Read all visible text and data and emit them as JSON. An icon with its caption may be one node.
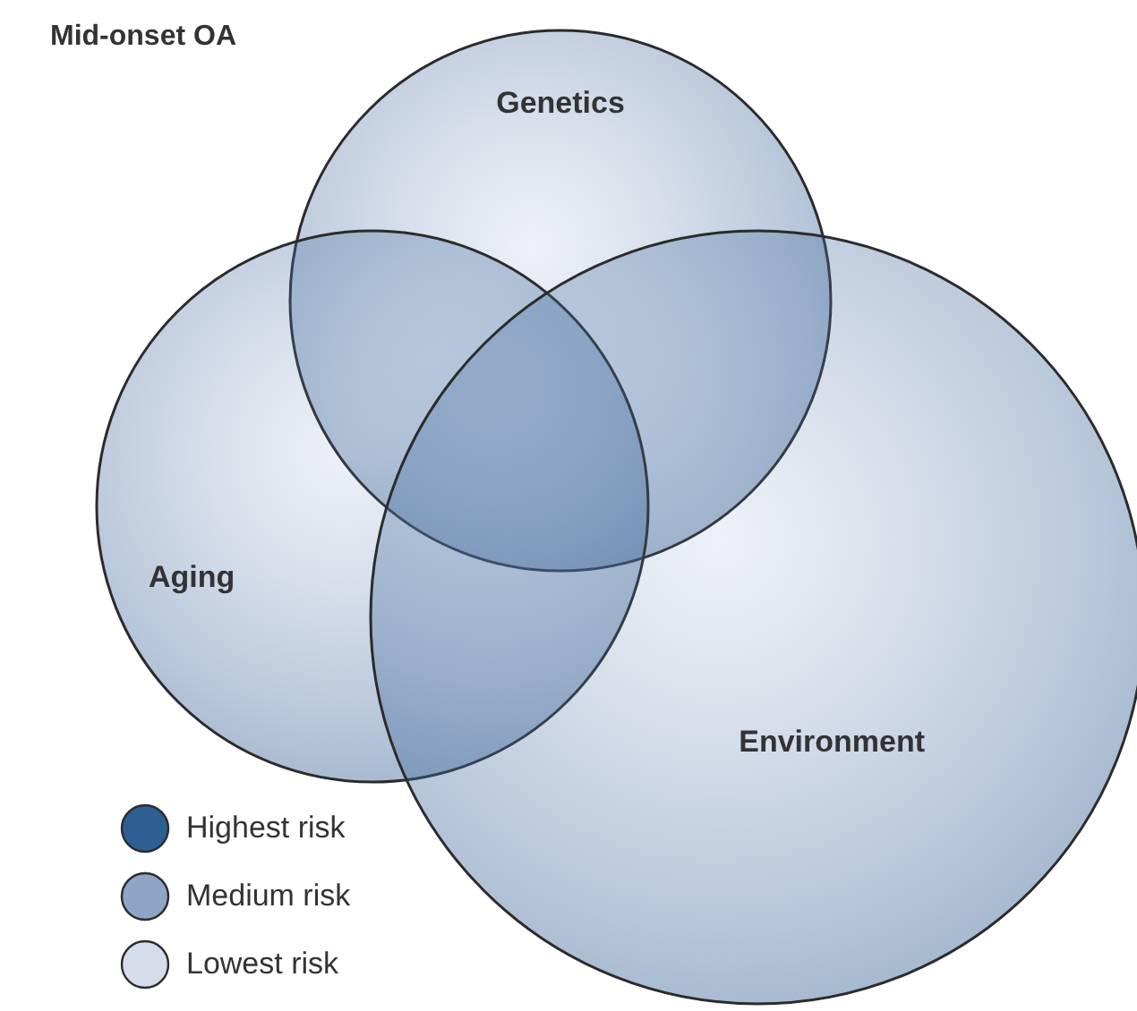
{
  "diagram": {
    "title": "Mid-onset OA",
    "nodes": [
      {
        "text": [
          "Genetics"
        ]
      },
      {
        "text": [
          "Aging"
        ]
      },
      {
        "text": [
          "Environment"
        ]
      }
    ],
    "legend": [
      {
        "text": "Highest risk",
        "color": "#2d5f93"
      },
      {
        "text": "Medium risk",
        "color": "#8fa5c8"
      },
      {
        "text": "Lowest risk",
        "color": "#d5dcea"
      }
    ]
  }
}
